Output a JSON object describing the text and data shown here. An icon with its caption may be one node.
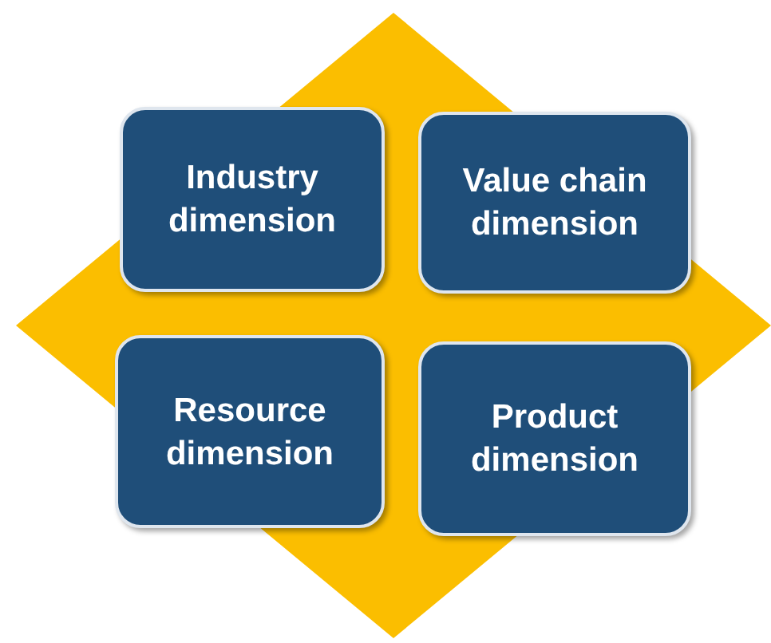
{
  "diagram": {
    "nodes": [
      {
        "text": [],
        "shape": "diamond"
      },
      {
        "text": [
          "Industry dimension"
        ],
        "in": 0
      },
      {
        "text": [
          "Value chain dimension"
        ],
        "in": 0
      },
      {
        "text": [
          "Resource dimension"
        ],
        "in": 0
      },
      {
        "text": [
          "Product dimension"
        ],
        "in": 0
      }
    ]
  }
}
